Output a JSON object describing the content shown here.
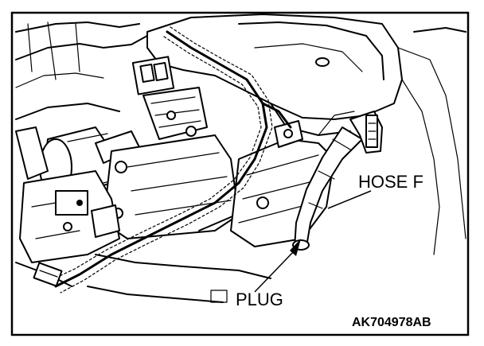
{
  "labels": {
    "hose": "HOSE F",
    "plug": "PLUG"
  },
  "figure_code": "AK704978AB",
  "colors": {
    "line": "#000000",
    "background": "#ffffff"
  }
}
